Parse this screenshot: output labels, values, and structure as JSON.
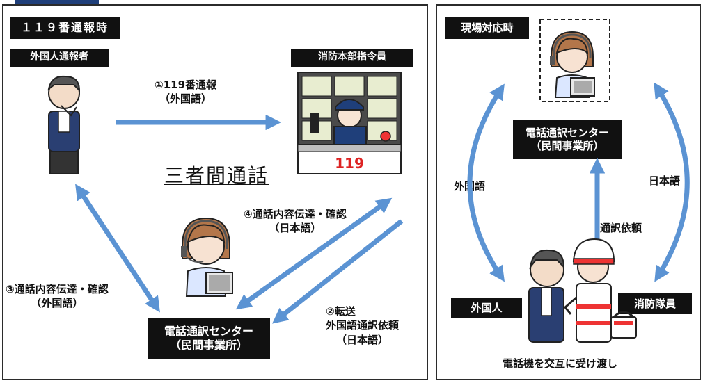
{
  "left_panel": {
    "title": "１１９番通報時",
    "caller_label": "外国人通報者",
    "dispatcher_label": "消防本部指令員",
    "center_box": {
      "line1": "電話通訳センター",
      "line2": "（民間事業所）"
    },
    "call_sign": "119",
    "three_way": "三者間通話",
    "step1": {
      "line1": "①119番通報",
      "line2": "（外国語）"
    },
    "step2": {
      "line1": "②転送",
      "line2": "外国語通訳依頼",
      "line3": "（日本語）"
    },
    "step3": {
      "line1": "③通話内容伝達・確認",
      "line2": "（外国語）"
    },
    "step4": {
      "line1": "④通話内容伝達・確認",
      "line2": "（日本語）"
    }
  },
  "right_panel": {
    "title": "現場対応時",
    "center_box": {
      "line1": "電話通訳センター",
      "line2": "（民間事業所）"
    },
    "foreign_language": "外国語",
    "japanese": "日本語",
    "request": "通訳依頼",
    "foreigner_label": "外国人",
    "firefighter_label": "消防隊員",
    "caption": "電話機を交互に受け渡し"
  },
  "colors": {
    "arrow": "#5b93d3",
    "box": "#111111",
    "border": "#2b2b2b",
    "accent": "#1f3f7a"
  },
  "icons": [
    "foreigner-caller-icon",
    "dispatcher-icon",
    "interpreter-icon",
    "firefighter-icon",
    "foreigner-icon",
    "telephone-icon"
  ]
}
